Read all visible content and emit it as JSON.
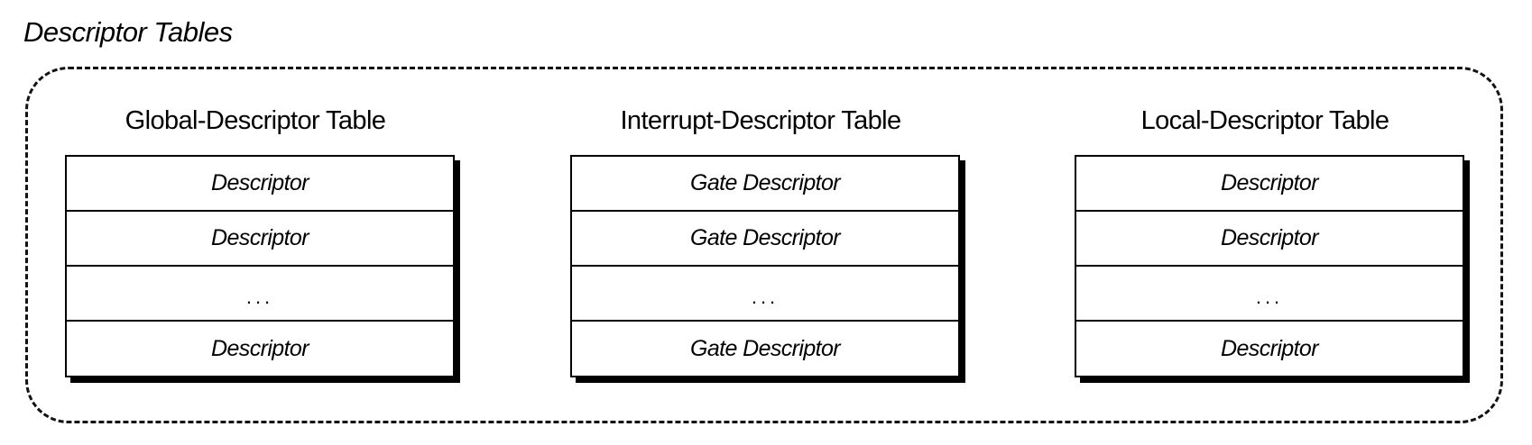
{
  "title": "Descriptor Tables",
  "tables": [
    {
      "heading": "Global-Descriptor Table",
      "rows": [
        "Descriptor",
        "Descriptor",
        "...",
        "Descriptor"
      ]
    },
    {
      "heading": "Interrupt-Descriptor Table",
      "rows": [
        "Gate Descriptor",
        "Gate Descriptor",
        "...",
        "Gate Descriptor"
      ]
    },
    {
      "heading": "Local-Descriptor Table",
      "rows": [
        "Descriptor",
        "Descriptor",
        "...",
        "Descriptor"
      ]
    }
  ]
}
